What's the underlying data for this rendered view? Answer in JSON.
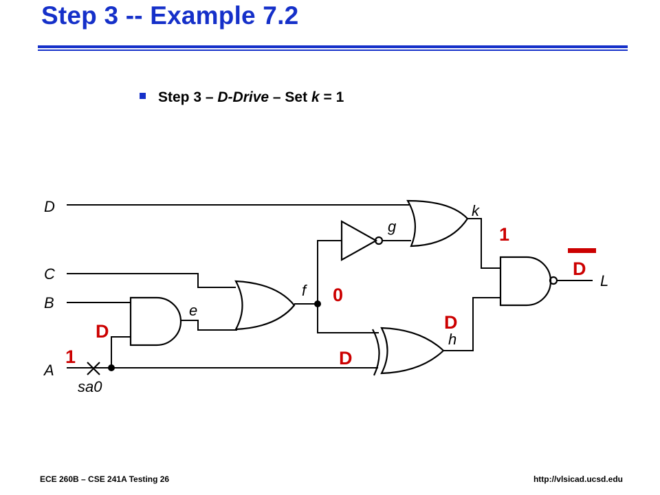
{
  "slide": {
    "title": "Step 3 -- Example 7.2",
    "bullet": {
      "prefix": "Step 3 – ",
      "emphasis1": "D-Drive",
      "middle": " – Set ",
      "emphasis2": "k",
      "suffix": " = 1"
    }
  },
  "diagram": {
    "inputs": {
      "D": "D",
      "C": "C",
      "B": "B",
      "A": "A"
    },
    "fault_label": "sa0",
    "internal_signals": {
      "e": "e",
      "f": "f",
      "g": "g",
      "h": "h",
      "k": "k",
      "L": "L"
    },
    "values": {
      "A_input": "1",
      "e_line": "D",
      "A_branch": "D",
      "f_value": "0",
      "h_value": "D",
      "k_value": "1",
      "output": "D"
    },
    "value_color": "#cc0000"
  },
  "footer": {
    "left": "ECE 260B – CSE 241A  Testing 26",
    "right": "http://vlsicad.ucsd.edu"
  },
  "colors": {
    "title": "#1530c9",
    "rule": "#1530c9"
  }
}
